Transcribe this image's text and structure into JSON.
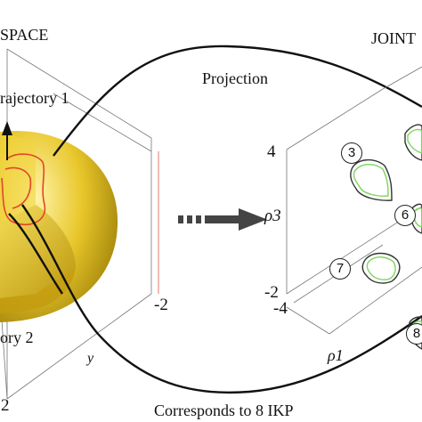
{
  "labels": {
    "left_title": "SPACE",
    "right_title": "JOINT",
    "trajectory_1": "rajectory 1",
    "trajectory_2": "ory 2",
    "projection": "Projection",
    "corresponds": "Corresponds to 8 IKP",
    "y_axis": "y",
    "rho3": "ρ3",
    "rho1": "ρ1"
  },
  "ticks": {
    "left_minus2": "-2",
    "left_2": "2",
    "right_4": "4",
    "right_minus2": "-2",
    "right_minus4": "-4"
  },
  "solutions": [
    "3",
    "6",
    "7",
    "8"
  ],
  "colors": {
    "sphere": "#e8c62a",
    "trajectory": "#e2462a",
    "loop_green": "#7bd65a",
    "loop_dark": "#333333",
    "arrow": "#444444"
  }
}
